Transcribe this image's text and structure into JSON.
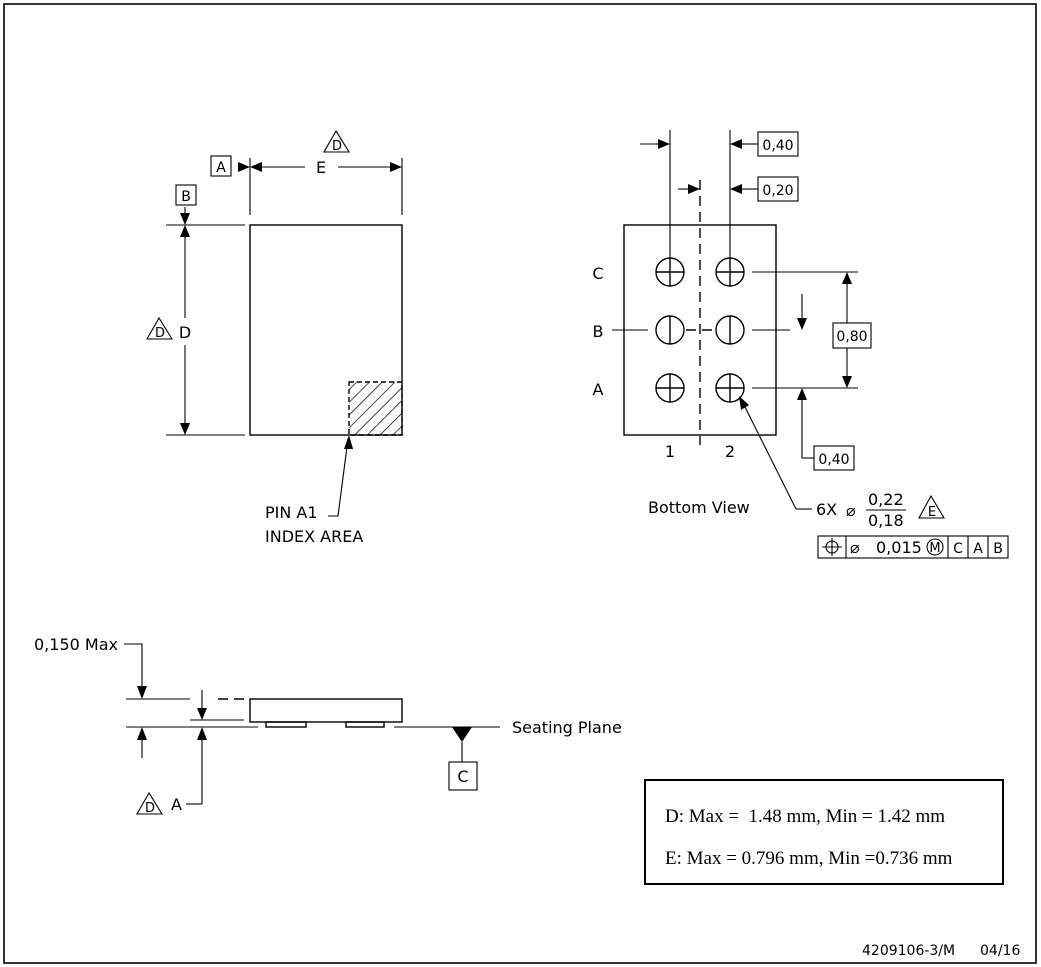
{
  "datums": {
    "a": "A",
    "b": "B",
    "c": "C",
    "d": "D",
    "e": "E"
  },
  "top_view": {
    "width_label": "E",
    "height_label": "D",
    "pin_a1_line1": "PIN A1",
    "pin_a1_line2": "INDEX AREA"
  },
  "bottom_view": {
    "title": "Bottom View",
    "rows": [
      "C",
      "B",
      "A"
    ],
    "cols": [
      "1",
      "2"
    ],
    "pitch_top": "0,40",
    "offset_top": "0,20",
    "pitch_vertical": "0,80",
    "offset_right": "0,40",
    "ball_count": "6X",
    "diameter_symbol": "⌀",
    "ball_diameter_max": "0,22",
    "ball_diameter_min": "0,18",
    "ball_note": "E"
  },
  "feature_control_frame": {
    "position_symbol": "⌖",
    "diameter_symbol": "⌀",
    "tolerance": "0,015",
    "modifier": "M",
    "datum1": "C",
    "datum2": "A",
    "datum3": "B"
  },
  "side_view": {
    "max_height_label": "0,150 Max",
    "seating_plane": "Seating Plane",
    "datum": "C",
    "height_label": "A",
    "height_note": "D"
  },
  "dimension_table": {
    "row1": "D: Max =  1.48 mm, Min = 1.42 mm",
    "row2": "E: Max = 0.796 mm, Min =0.736 mm"
  },
  "footer": {
    "drawing_id": "4209106-3/M",
    "date": "04/16"
  }
}
